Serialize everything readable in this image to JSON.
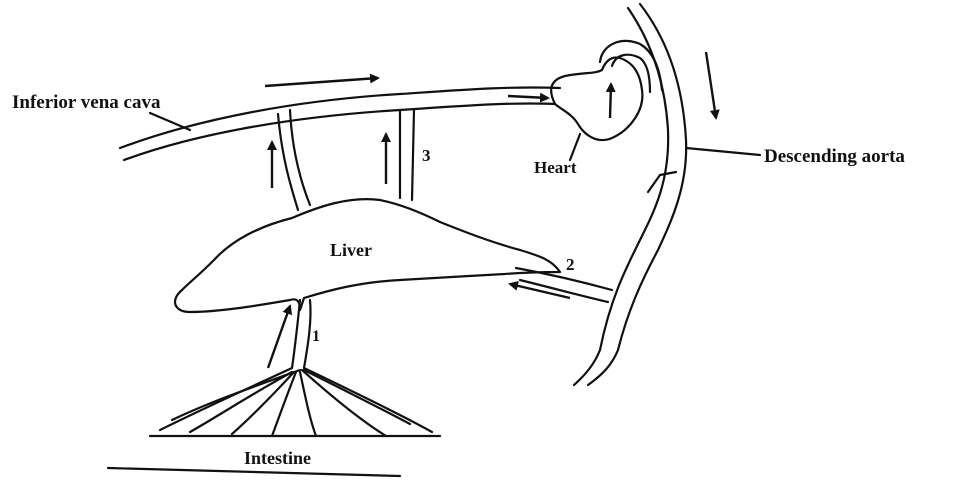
{
  "diagram": {
    "labels": {
      "inferior_vena_cava": "Inferior vena cava",
      "descending_aorta": "Descending aorta",
      "heart": "Heart",
      "liver": "Liver",
      "intestine": "Intestine",
      "vessel_1": "1",
      "vessel_2": "2",
      "vessel_3": "3"
    },
    "colors": {
      "ink": "#111111",
      "background": "#ffffff"
    }
  }
}
